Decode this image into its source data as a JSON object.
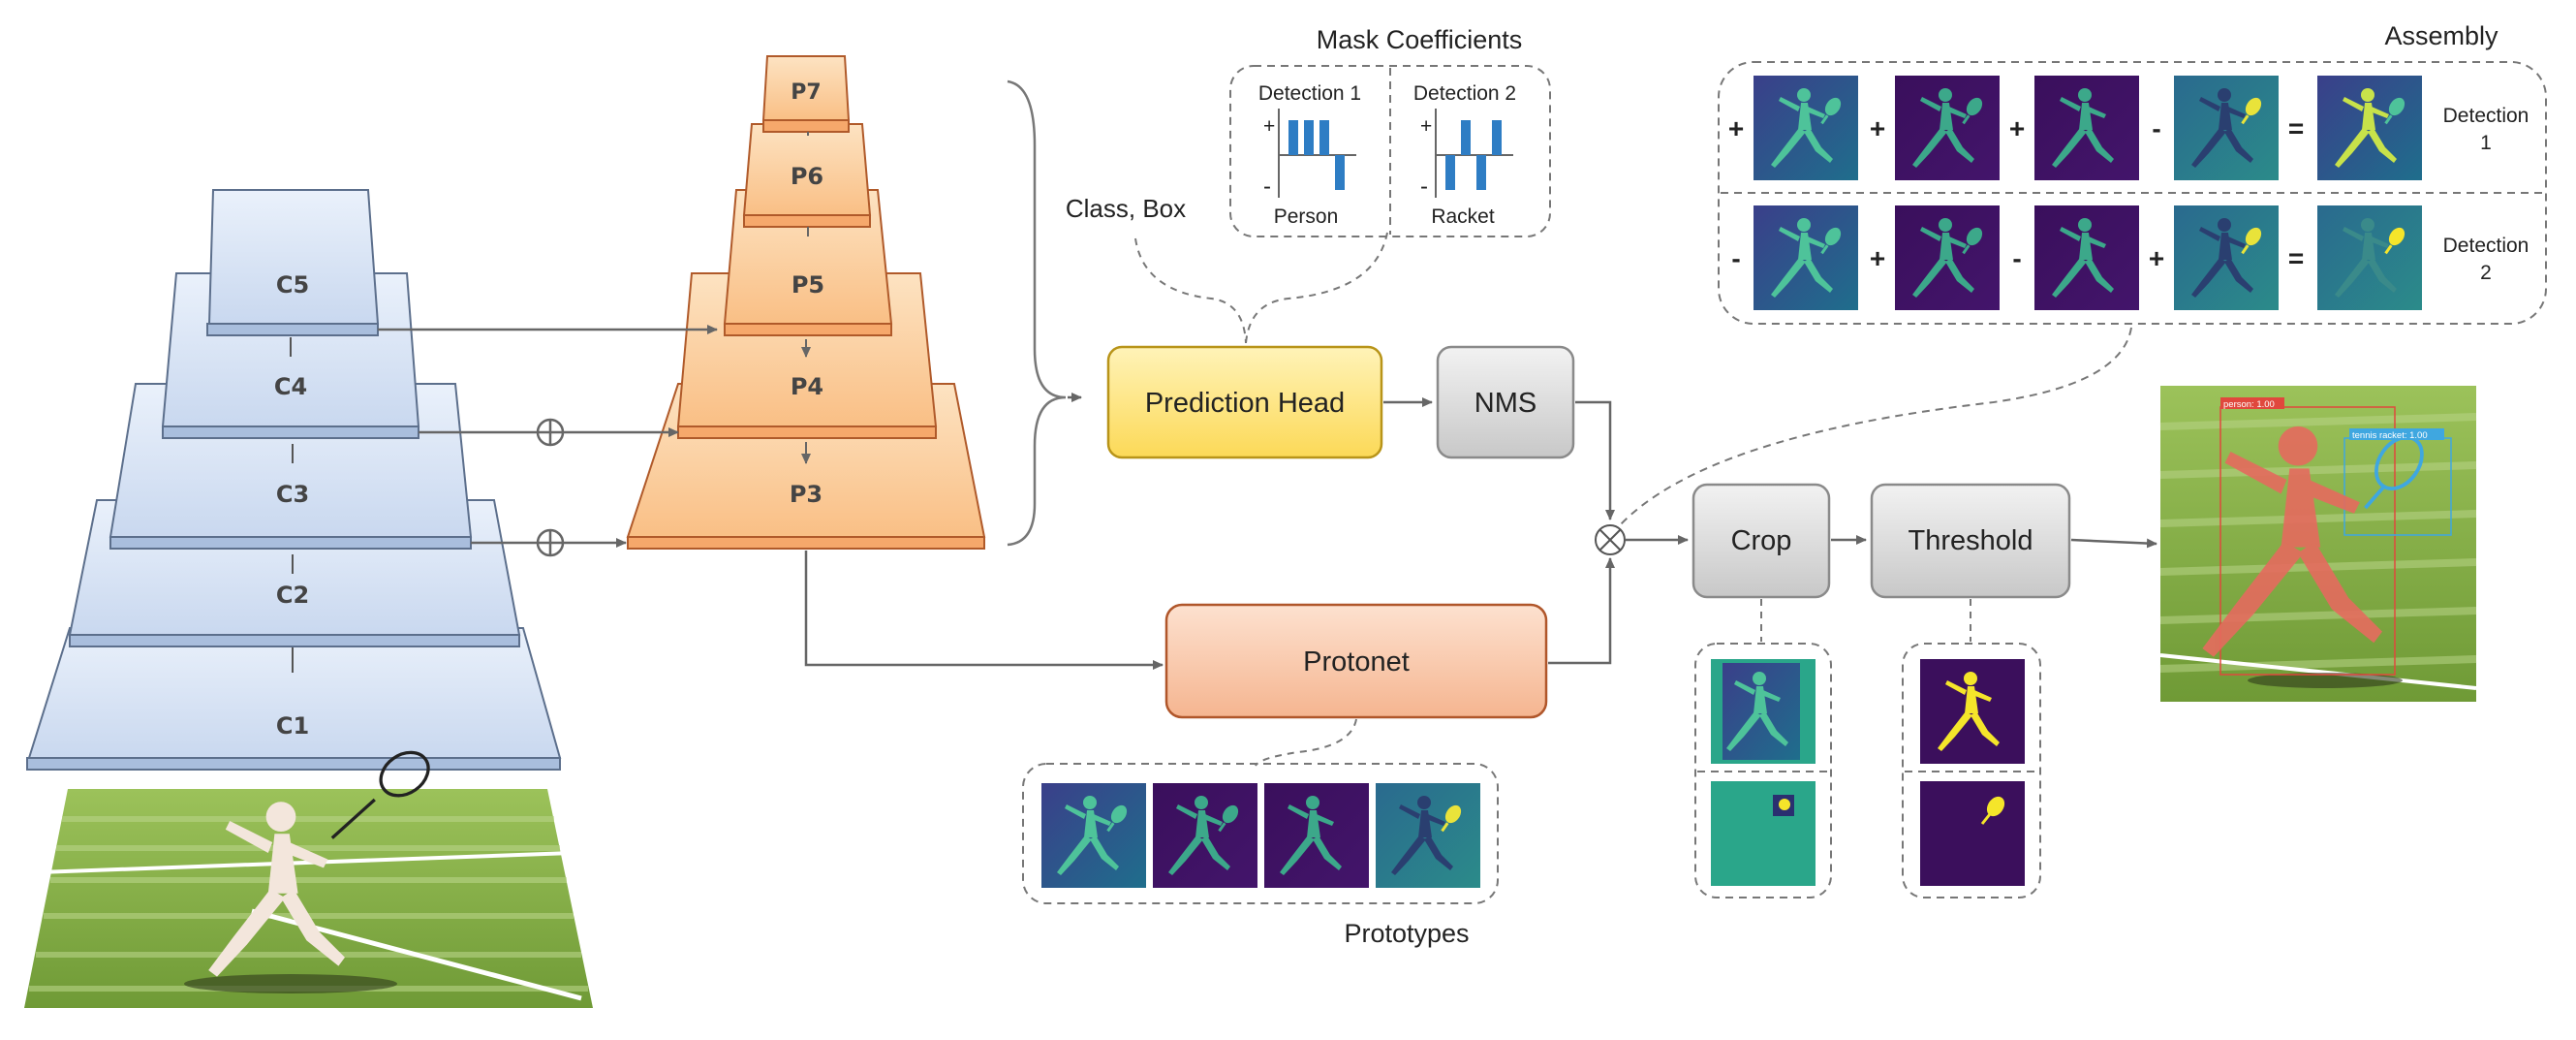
{
  "backbone": {
    "layers": [
      "C1",
      "C2",
      "C3",
      "C4",
      "C5"
    ]
  },
  "fpn": {
    "layers": [
      "P3",
      "P4",
      "P5",
      "P6",
      "P7"
    ]
  },
  "blocks": {
    "prediction_head": "Prediction Head",
    "nms": "NMS",
    "protonet": "Protonet",
    "crop": "Crop",
    "threshold": "Threshold"
  },
  "labels": {
    "class_box": "Class, Box",
    "mask_coefficients": "Mask Coefficients",
    "assembly": "Assembly",
    "prototypes": "Prototypes"
  },
  "mask_coefficients": {
    "detections": [
      {
        "title": "Detection 1",
        "object": "Person",
        "coefficients": [
          1,
          1,
          1,
          -1
        ]
      },
      {
        "title": "Detection 2",
        "object": "Racket",
        "coefficients": [
          -1,
          1,
          -1,
          1
        ]
      }
    ],
    "plus_sign": "+",
    "minus_sign": "-"
  },
  "assembly": {
    "rows": [
      {
        "signs": [
          "+",
          "+",
          "+",
          "-"
        ],
        "equals": "=",
        "label_line1": "Detection",
        "label_line2": "1"
      },
      {
        "signs": [
          "-",
          "+",
          "-",
          "+"
        ],
        "equals": "=",
        "label_line1": "Detection",
        "label_line2": "2"
      }
    ]
  },
  "result_tags": {
    "person": "person: 1.00",
    "racket": "tennis racket: 1.00"
  },
  "colors": {
    "backbone_fill": "#dbe6f7",
    "fpn_fill": "#fcd3a4",
    "prediction_head_fill": "#fde27a",
    "gray_block_fill": "#d9d9d9",
    "protonet_fill": "#f9c7a8",
    "mask_dark": "#3b0f5c",
    "mask_teal": "#2aa68a",
    "mask_yellow": "#f5e52a",
    "bar_blue": "#2e7dc4"
  }
}
